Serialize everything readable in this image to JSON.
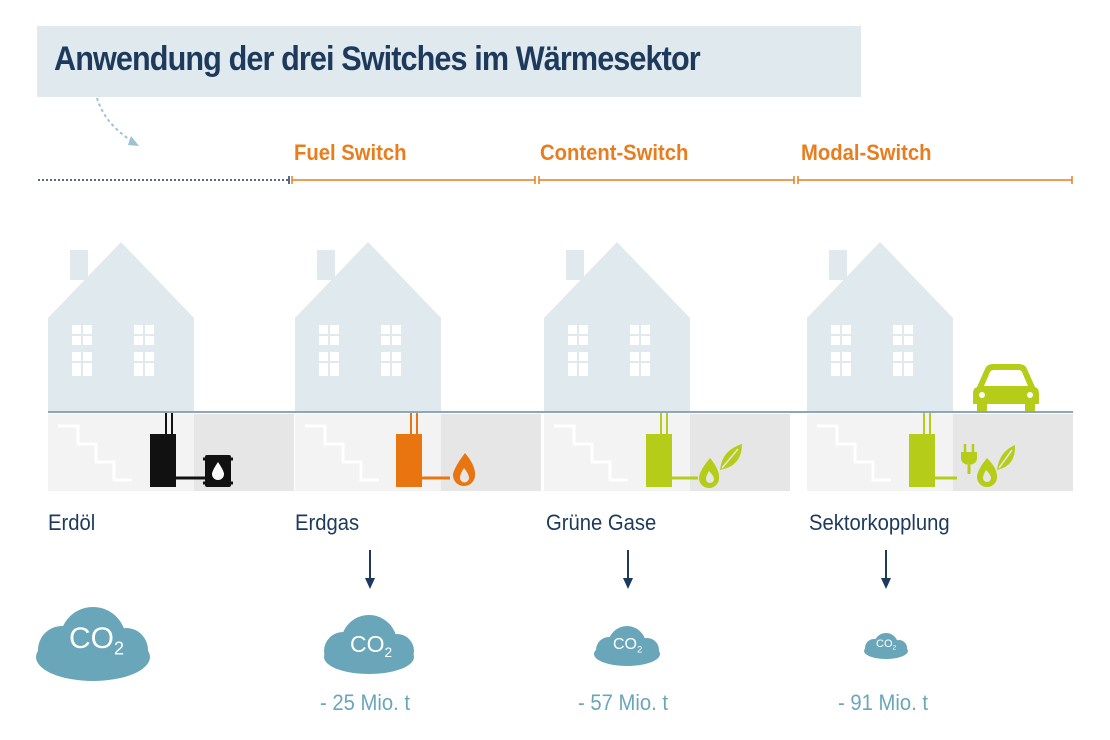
{
  "title": "Anwendung der drei Switches im Wärmesektor",
  "switches": [
    {
      "label": "Fuel Switch"
    },
    {
      "label": "Content-Switch"
    },
    {
      "label": "Modal-Switch"
    }
  ],
  "columns": [
    {
      "label": "Erdöl",
      "heater_color": "#111111",
      "co2_main": "CO",
      "co2_sub": "2",
      "saving": ""
    },
    {
      "label": "Erdgas",
      "heater_color": "#e8750f",
      "co2_main": "CO",
      "co2_sub": "2",
      "saving": "- 25 Mio. t"
    },
    {
      "label": "Grüne Gase",
      "heater_color": "#b5cc18",
      "co2_main": "CO",
      "co2_sub": "2",
      "saving": "- 57 Mio. t"
    },
    {
      "label": "Sektorkopplung",
      "heater_color": "#b5cc18",
      "co2_main": "CO",
      "co2_sub": "2",
      "saving": "- 91 Mio. t"
    }
  ],
  "colors": {
    "house": "#dfe9ee",
    "basement": "#e6e6e6",
    "ground_line": "#8fa6b8",
    "accent": "#e87d1e",
    "cloud": "#6aa6ba",
    "dark_blue": "#1d3a5c",
    "green": "#b5cc18"
  },
  "icons": [
    "oil-barrel-icon",
    "flame-icon",
    "green-gas-icon",
    "plug-icon",
    "car-icon",
    "co2-cloud-icon",
    "down-arrow-icon"
  ]
}
